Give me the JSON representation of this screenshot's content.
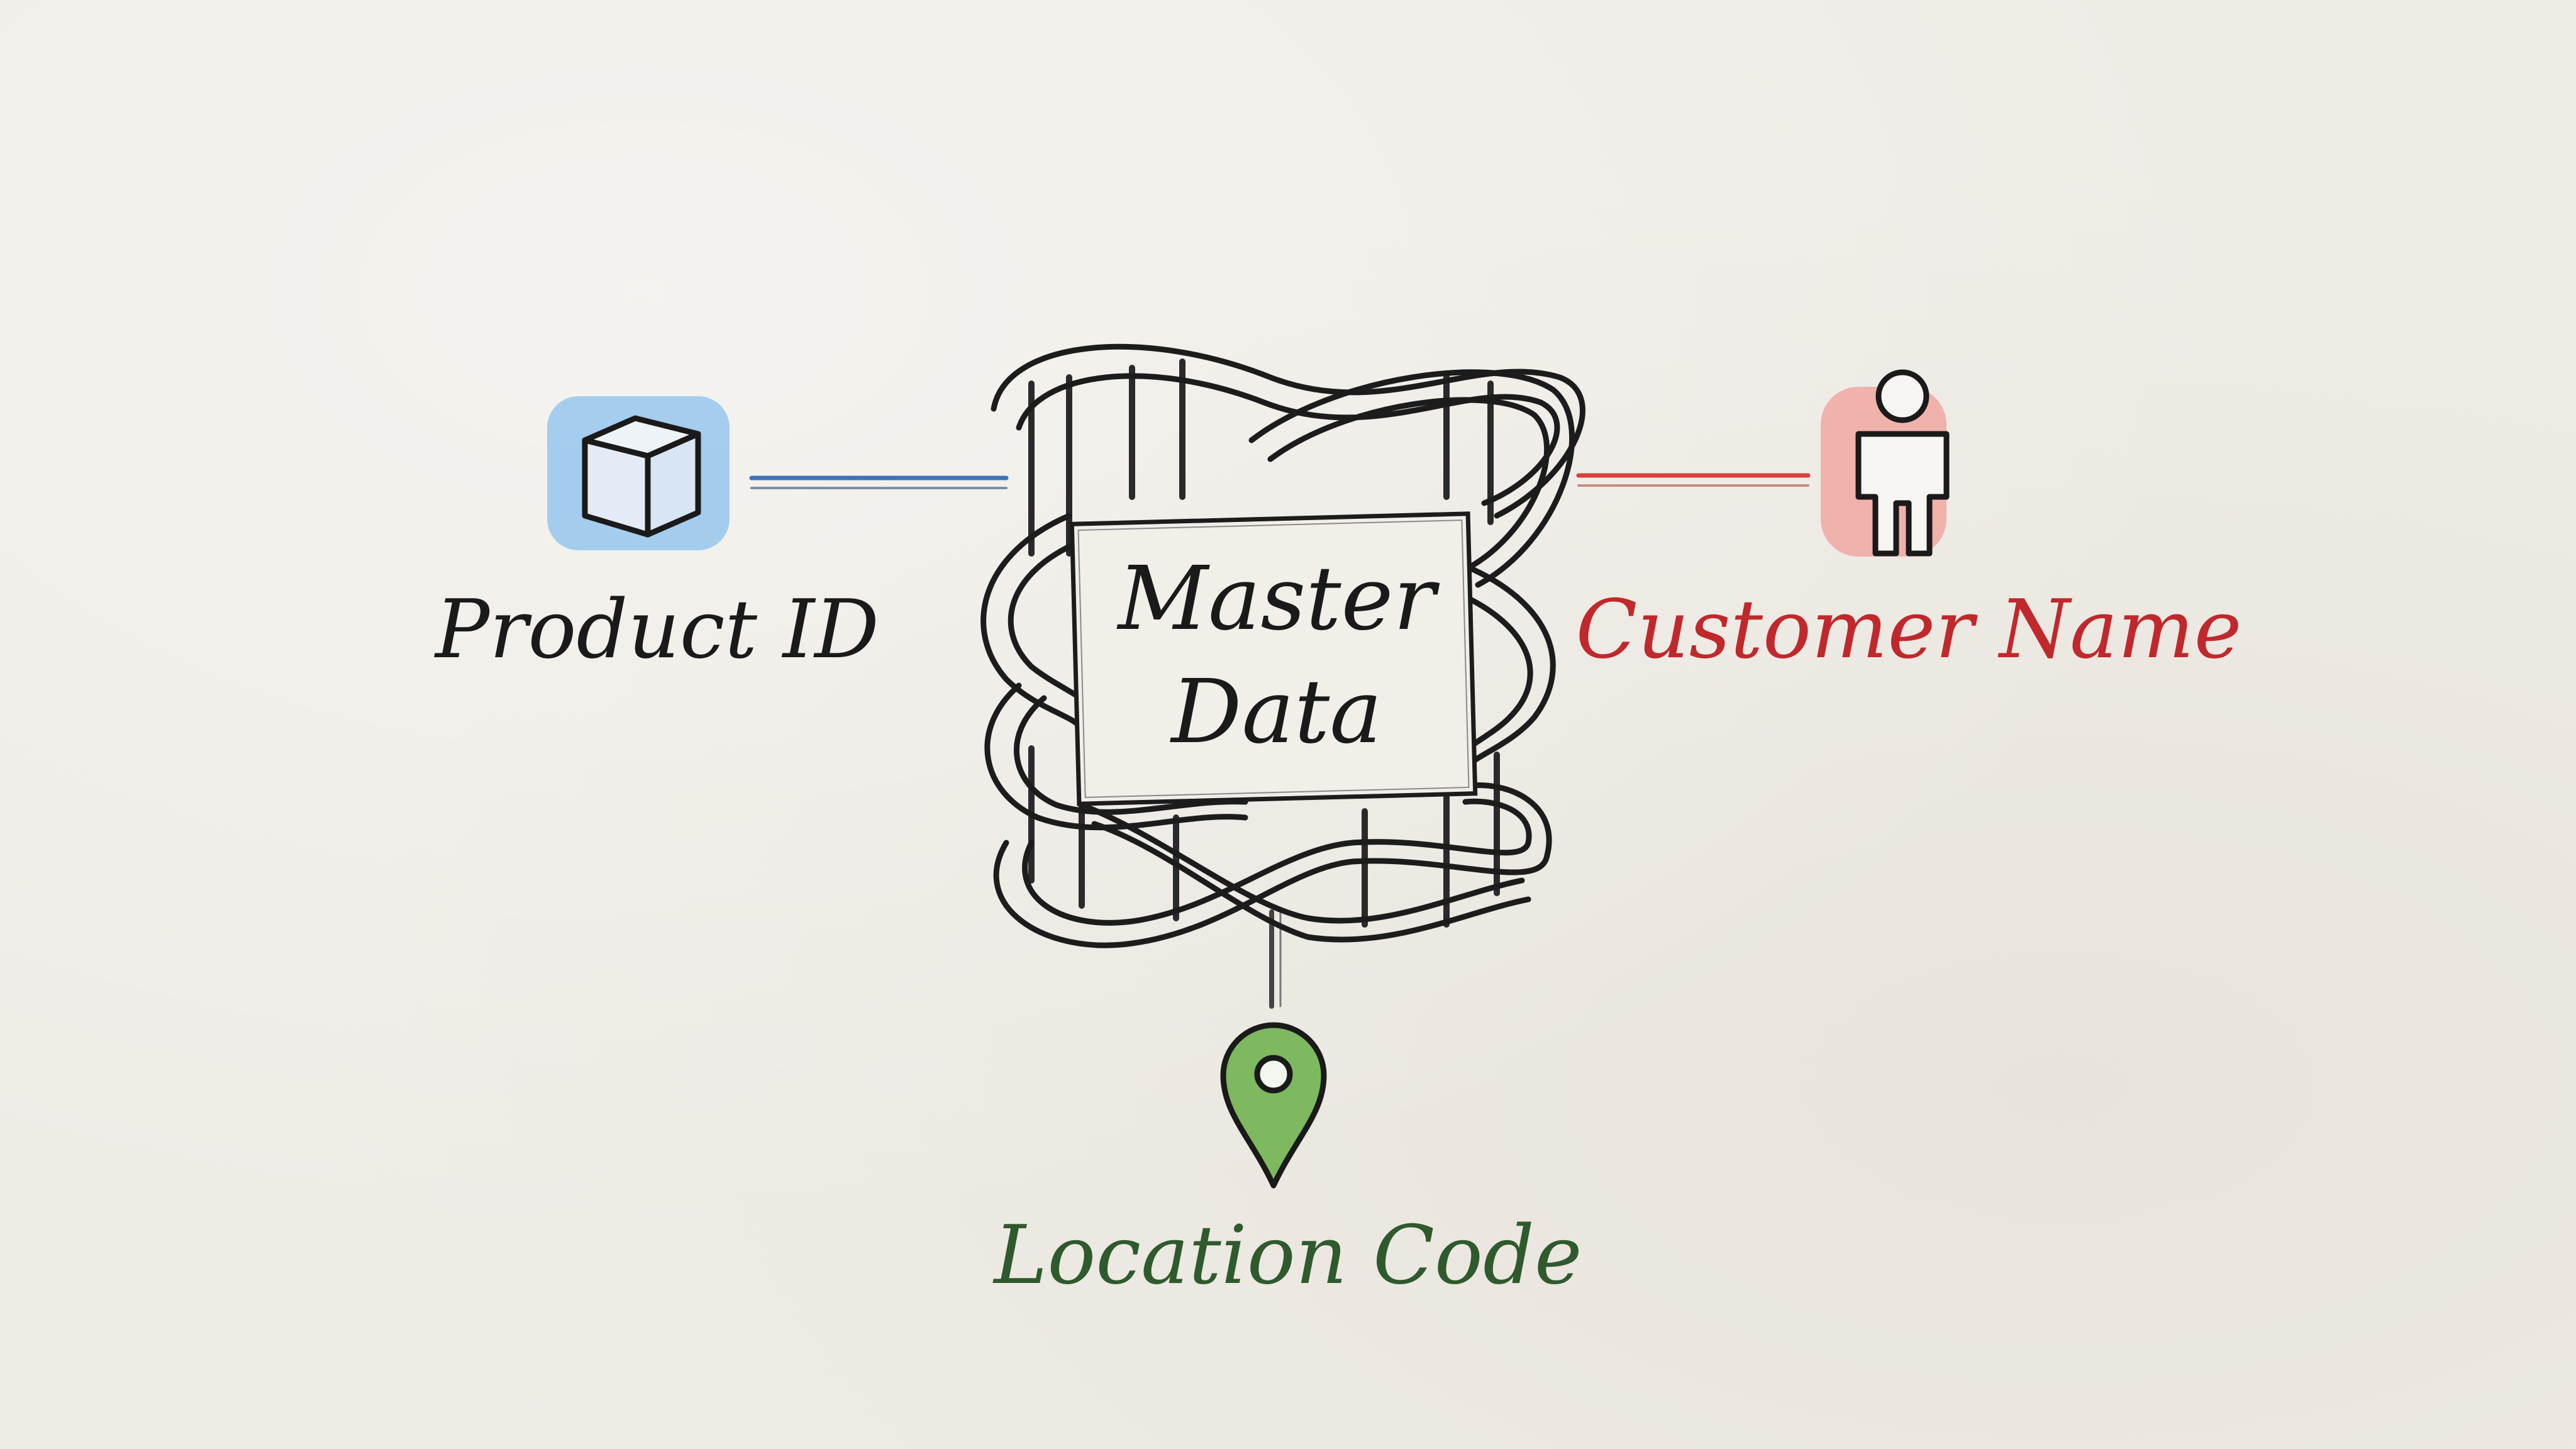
{
  "diagram": {
    "center": {
      "title_line1": "Master",
      "title_line2": "Data"
    },
    "nodes": [
      {
        "id": "product",
        "label": "Product ID",
        "icon": "box-icon",
        "color": "#1a1a1a",
        "accent": "#5aa6e6"
      },
      {
        "id": "customer",
        "label": "Customer Name",
        "icon": "person-icon",
        "color": "#c0282c",
        "accent": "#ef7b73"
      },
      {
        "id": "location",
        "label": "Location Code",
        "icon": "map-pin-icon",
        "color": "#2f5a2c",
        "accent": "#79b45c"
      }
    ],
    "colors": {
      "background": "#efece6",
      "ink": "#1a1a1a",
      "product_line": "#3f73b7",
      "customer_line": "#d8423c",
      "location_line": "#444444"
    }
  }
}
